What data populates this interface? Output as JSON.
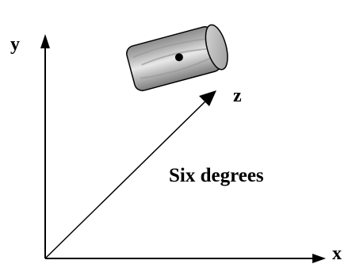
{
  "axes": {
    "x_label": "x",
    "y_label": "y",
    "z_label": "z"
  },
  "caption": "Six degrees",
  "colors": {
    "ink": "#000000",
    "cylinder_body": "#a8a8a8",
    "cylinder_highlight": "#e6e6e6",
    "cylinder_shadow": "#7a7a7a"
  }
}
